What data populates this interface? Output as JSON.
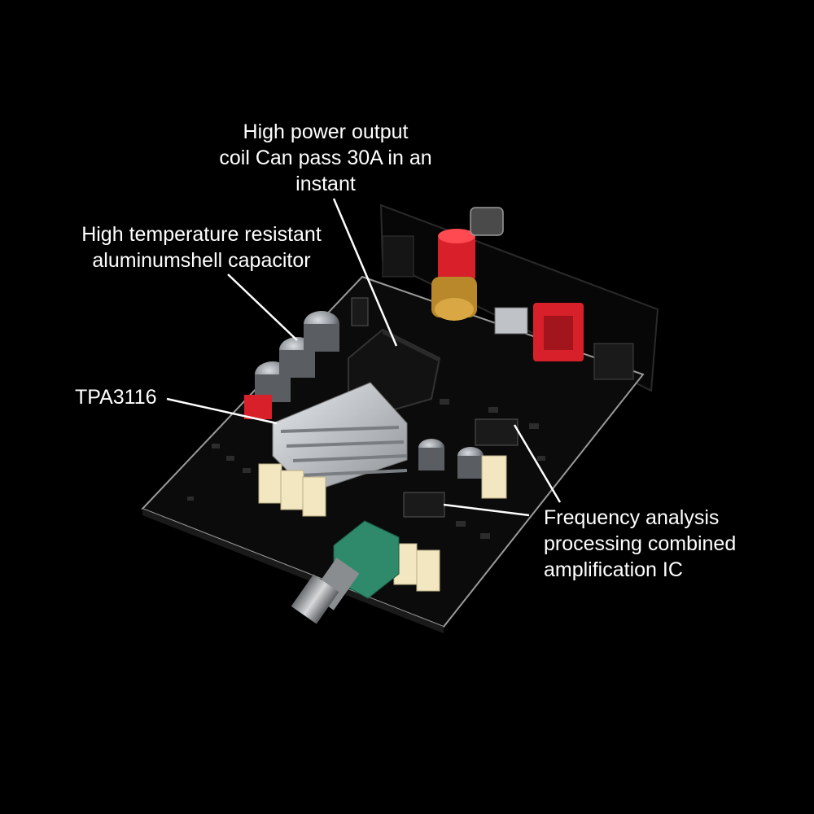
{
  "callouts": {
    "coil": "High power output\ncoil Can pass 30A in an\ninstant",
    "capacitor": "High temperature resistant\naluminumshell capacitor",
    "chip": "TPA3116",
    "frequency_ic": "Frequency analysis\nprocessing combined\namplification IC"
  },
  "colors": {
    "background": "#000000",
    "pcb": "#0b0b0b",
    "terminal_red": "#d8202a",
    "pot_green": "#2e8a6a",
    "heatsink": "#c8ccd0",
    "capacitor_film": "#f2e7c0",
    "text": "#ffffff"
  }
}
